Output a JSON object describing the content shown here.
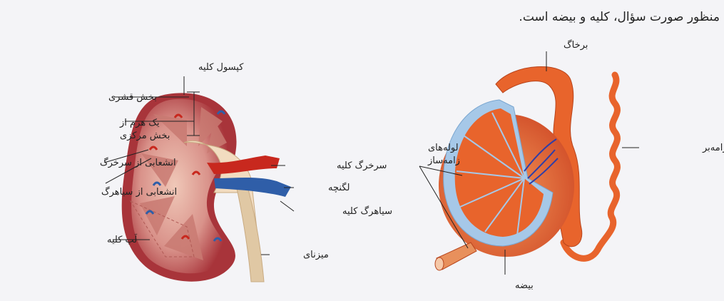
{
  "caption": "منظور صورت سؤال، کلیه و بیضه است.",
  "kidney": {
    "labels": {
      "capsule": "کپسول کلیه",
      "cortex": "بخش قشری",
      "pyramid_line1": "یک هرم از",
      "pyramid_line2": "بخش مرکزی",
      "artery_branch": "انشعابی از سرخرگ",
      "vein_branch": "انشعابی از سیاهرگ",
      "lobe": "لَپ کلیه",
      "renal_artery": "سرخرگ کلیه",
      "pelvis": "لگنچه",
      "renal_vein": "سیاهرگ کلیه",
      "ureter": "میزنای"
    }
  },
  "testis": {
    "labels": {
      "epididymis": "برخاگ",
      "vas_deferens": "مجرای زامه‌بر",
      "tubules_line1": "لوله‌های",
      "tubules_line2": "زامه‌ساز",
      "testis": "بیضه"
    }
  },
  "colors": {
    "kidney_outer": "#a8343a",
    "kidney_inner": "#d9928a",
    "artery": "#c8281e",
    "vein": "#2f5ea8",
    "ureter": "#e0c8a4",
    "testis_orange": "#e8642c",
    "testis_blue": "#a6c8e8"
  }
}
